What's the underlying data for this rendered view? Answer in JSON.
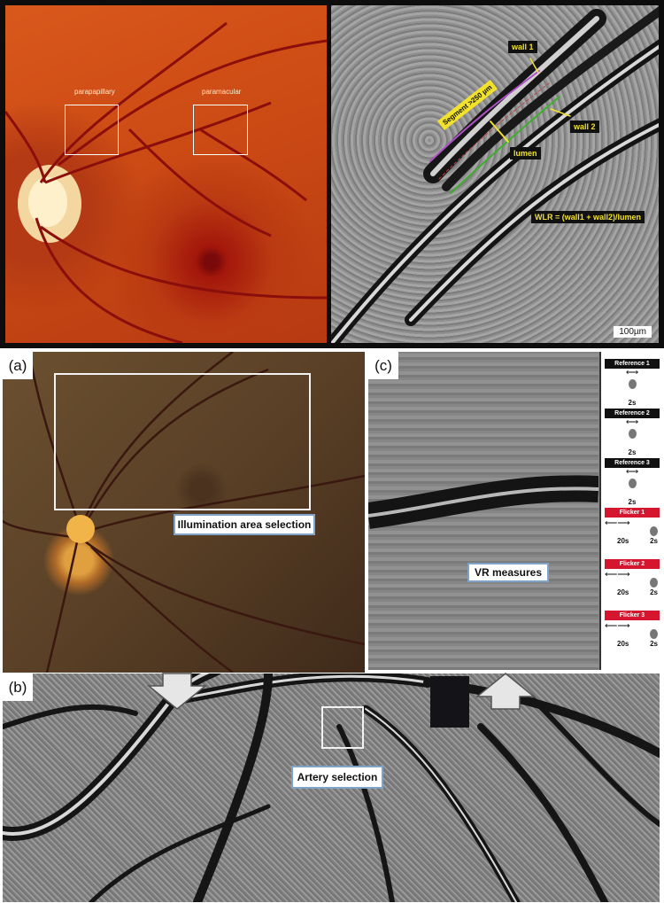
{
  "top": {
    "fundus_labels": {
      "parapapillary": "parapapillary",
      "paramacular": "paramacular"
    },
    "closeup_labels": {
      "wall1": "wall 1",
      "wall2": "wall 2",
      "lumen": "lumen",
      "segment": "Segment >250 µm",
      "formula": "WLR = (wall1 + wall2)/lumen",
      "scale": "100µm"
    }
  },
  "panel_a": {
    "letter": "(a)",
    "label": "Illumination area selection"
  },
  "panel_c": {
    "letter": "(c)",
    "label": "VR measures",
    "protocol": {
      "references": [
        {
          "name": "Reference 1",
          "time": "2s"
        },
        {
          "name": "Reference 2",
          "time": "2s"
        },
        {
          "name": "Reference 3",
          "time": "2s"
        }
      ],
      "flickers": [
        {
          "name": "Flicker 1",
          "time_a": "20s",
          "time_b": "2s"
        },
        {
          "name": "Flicker 2",
          "time_a": "20s",
          "time_b": "2s"
        },
        {
          "name": "Flicker 3",
          "time_a": "20s",
          "time_b": "2s"
        }
      ]
    }
  },
  "panel_b": {
    "letter": "(b)",
    "label": "Artery selection"
  },
  "colors": {
    "label_border": "#7fa3c9",
    "flicker_red": "#d6162f",
    "highlight_yellow": "#f2e22c"
  }
}
